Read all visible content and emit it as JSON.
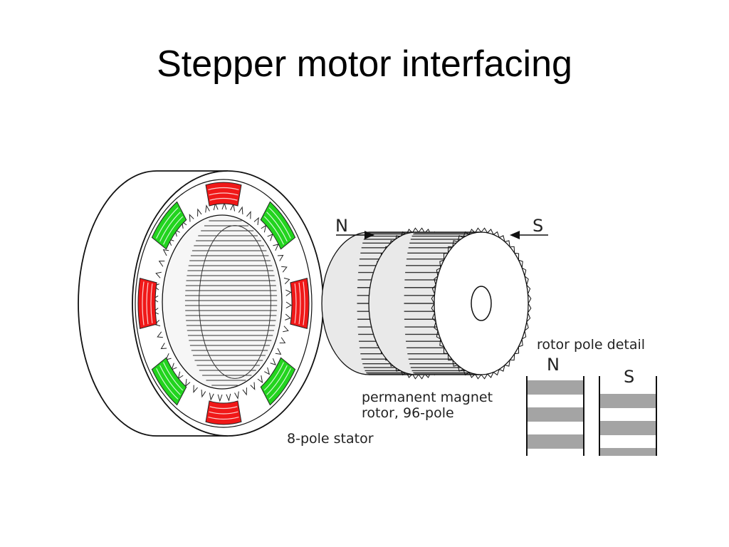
{
  "slide": {
    "title": "Stepper motor interfacing"
  },
  "diagram": {
    "labels": {
      "north_input": "N",
      "south_input": "S",
      "rotor_line1": "permanent magnet",
      "rotor_line2": "rotor, 96-pole",
      "stator": "8-pole stator",
      "detail_title": "rotor pole detail",
      "detail_north": "N",
      "detail_south": "S"
    },
    "colors": {
      "pole_red": "#f01818",
      "pole_green": "#22d41e",
      "outline": "#111111"
    }
  }
}
